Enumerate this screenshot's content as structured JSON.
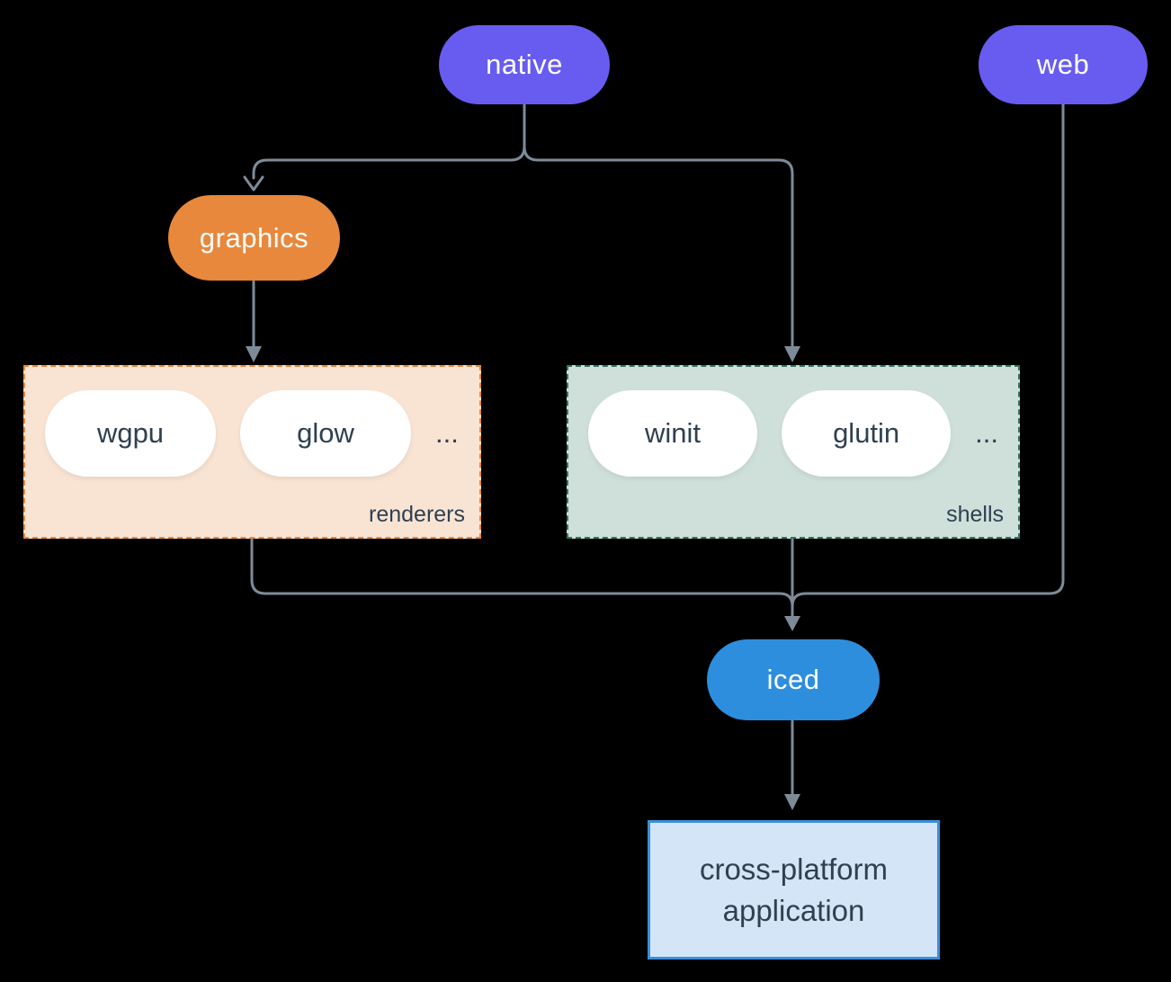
{
  "theme": {
    "bg": "#000000",
    "purple": "#685CF0",
    "orange": "#E8883C",
    "blue": "#2E8EDE",
    "white": "#FFFFFF",
    "dark-text": "#2F4050",
    "line": "#7D8B99",
    "renderers-fill": "#F9E4D4",
    "renderers-border": "#E8883C",
    "shells-fill": "#CFE0DA",
    "shells-border": "#2F7467",
    "app-fill": "#D4E5F7",
    "app-border": "#3D8EDC"
  },
  "diagram": {
    "nodes": {
      "native": "native",
      "web": "web",
      "graphics": "graphics",
      "iced": "iced",
      "app": "cross-platform application"
    },
    "groups": {
      "renderers": {
        "label": "renderers",
        "items": [
          "wgpu",
          "glow"
        ],
        "more": "..."
      },
      "shells": {
        "label": "shells",
        "items": [
          "winit",
          "glutin"
        ],
        "more": "..."
      }
    }
  }
}
